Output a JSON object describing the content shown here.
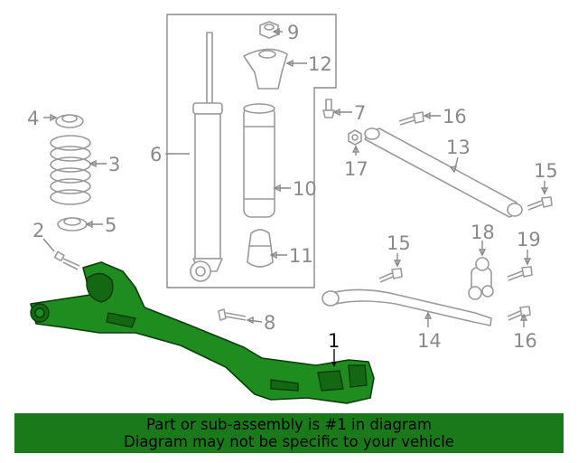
{
  "diagram": {
    "callouts": [
      "1",
      "2",
      "3",
      "4",
      "5",
      "6",
      "7",
      "8",
      "9",
      "10",
      "11",
      "12",
      "13",
      "14",
      "15",
      "15",
      "16",
      "16",
      "17",
      "18",
      "19"
    ],
    "highlighted_part": "1"
  },
  "banner": {
    "line1": "Part or sub-assembly is #1 in diagram",
    "line2": "Diagram may not be specific to your vehicle"
  },
  "colors": {
    "highlight": "#1e8c1e",
    "banner": "#1a7a1a",
    "line_art": "#9a9a9a"
  }
}
